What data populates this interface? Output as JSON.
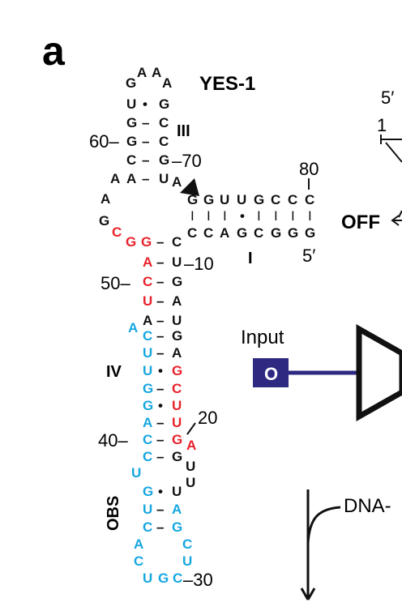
{
  "panel_label": "a",
  "title": "YES-1",
  "stem_labels": {
    "III": "III",
    "I": "I",
    "IV": "IV",
    "OBS": "OBS"
  },
  "numbers": {
    "n60": "60",
    "n70": "70",
    "n80": "80",
    "n10": "10",
    "n50": "50",
    "n20": "20",
    "n40": "40",
    "n30": "30",
    "five_prime_stem": "5′",
    "five_prime_right": "5′",
    "one": "1"
  },
  "right_labels": {
    "off": "OFF",
    "input": "Input",
    "input_box": "O",
    "dna": "DNA"
  },
  "colors": {
    "black": "#111111",
    "red": "#e8222b",
    "blue": "#17a7e0",
    "navy": "#2e2a82"
  },
  "sequence": {
    "loop_top": [
      "G",
      "A",
      "A",
      "A"
    ],
    "stem3_left": [
      "U",
      "G",
      "G",
      "C",
      "A"
    ],
    "stem3_right": [
      "G",
      "C",
      "C",
      "G",
      "U"
    ],
    "loop_left": [
      "A",
      "A",
      "G"
    ],
    "stem1_top": [
      "G",
      "G",
      "U",
      "U",
      "G",
      "C",
      "C",
      "C"
    ],
    "stem1_bottom": [
      "C",
      "C",
      "A",
      "G",
      "C",
      "G",
      "G",
      "G"
    ],
    "stem4_left_red": [
      "C",
      "G",
      "G",
      "A",
      "C",
      "U"
    ],
    "stem4_left_black": [
      "A"
    ],
    "stem4_left_blue": [
      "A",
      "C",
      "U",
      "U",
      "G",
      "A",
      "C",
      "C",
      "U"
    ],
    "stem4_right": [
      "C",
      "U",
      "G",
      "A",
      "U",
      "G",
      "G",
      "C",
      "U",
      "G",
      "G",
      "U",
      "U"
    ],
    "obs_left": [
      "G",
      "U",
      "C",
      "A",
      "C"
    ],
    "obs_right": [
      "U",
      "A",
      "G",
      "C",
      "U"
    ],
    "obs_bottom": [
      "U",
      "G",
      "C"
    ]
  }
}
